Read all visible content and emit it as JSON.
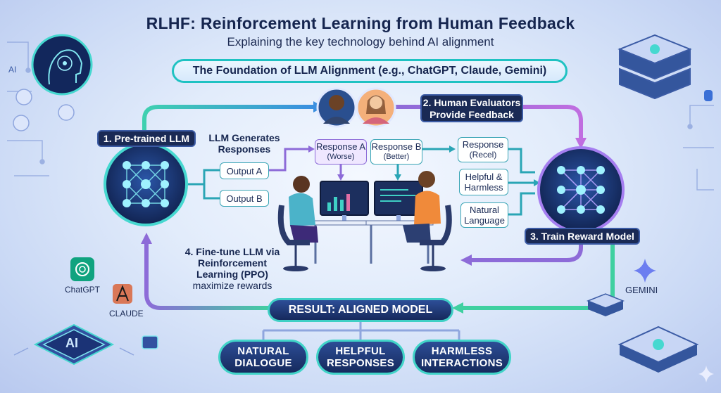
{
  "header": {
    "title": "RLHF: Reinforcement Learning from Human Feedback",
    "subtitle": "Explaining the key technology behind AI alignment",
    "foundation": "The Foundation of LLM Alignment (e.g., ChatGPT, Claude, Gemini)"
  },
  "steps": {
    "step1": "1. Pre-trained LLM",
    "step2_line1": "2. Human Evaluators",
    "step2_line2": "Provide Feedback",
    "step3": "3. Train Reward Model",
    "step4_line1": "4. Fine-tune LLM via",
    "step4_line2": "Reinforcement",
    "step4_line3": "Learning (PPO)",
    "step4_line4": "maximize rewards"
  },
  "generation": {
    "heading_line1": "LLM Generates",
    "heading_line2": "Responses",
    "output_a": "Output A",
    "output_b": "Output B"
  },
  "ranking": {
    "response_a_line1": "Response A",
    "response_a_line2": "(Worse)",
    "response_b_line1": "Response B",
    "response_b_line2": "(Better)"
  },
  "criteria": {
    "c1_line1": "Response",
    "c1_line2": "(Recel)",
    "c2_line1": "Helpful &",
    "c2_line2": "Harmless",
    "c3_line1": "Natural",
    "c3_line2": "Language"
  },
  "result": {
    "label": "RESULT: ALIGNED MODEL",
    "outcomes": [
      {
        "line1": "NATURAL",
        "line2": "DIALOGUE"
      },
      {
        "line1": "HELPFUL",
        "line2": "RESPONSES"
      },
      {
        "line1": "HARMLESS",
        "line2": "INTERACTIONS"
      }
    ]
  },
  "brands": {
    "chatgpt": "ChatGPT",
    "claude": "CLAUDE",
    "gemini": "GEMINI",
    "ai_chip": "AI",
    "ai_corner": "AI"
  },
  "colors": {
    "teal": "#1fc2c2",
    "navy": "#1a2a55",
    "purple": "#9b6fe0",
    "green": "#39c88a"
  }
}
